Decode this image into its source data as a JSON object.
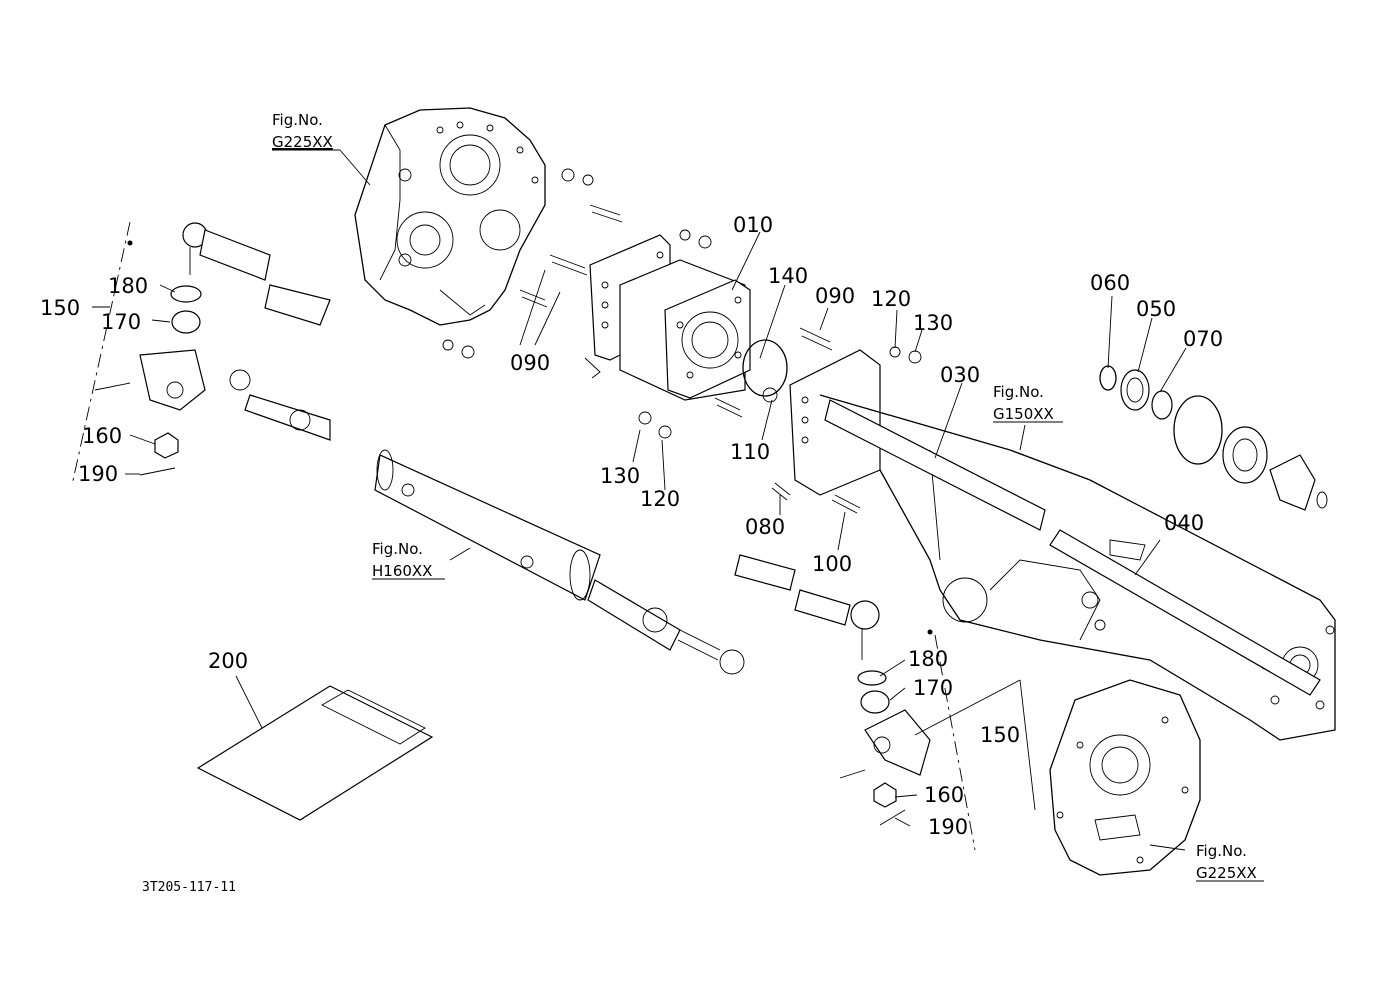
{
  "callouts": {
    "c010": "010",
    "c140": "140",
    "c090_top": "090",
    "c120_top": "120",
    "c130_top": "130",
    "c030": "030",
    "c060": "060",
    "c050": "050",
    "c070": "070",
    "c090_left": "090",
    "c110": "110",
    "c130_mid": "130",
    "c120_mid": "120",
    "c080": "080",
    "c100": "100",
    "c040": "040",
    "c150_left": "150",
    "c180_left": "180",
    "c170_left": "170",
    "c160_left": "160",
    "c190_left": "190",
    "c150_right": "150",
    "c180_right": "180",
    "c170_right": "170",
    "c160_right": "160",
    "c190_right": "190",
    "c200": "200"
  },
  "references": {
    "ref_g225_top": {
      "label": "Fig.No.",
      "code": "G225XX"
    },
    "ref_g150": {
      "label": "Fig.No.",
      "code": "G150XX"
    },
    "ref_h160": {
      "label": "Fig.No.",
      "code": "H160XX"
    },
    "ref_g225_bottom": {
      "label": "Fig.No.",
      "code": "G225XX"
    }
  },
  "drawing_code": "3T205-117-11"
}
